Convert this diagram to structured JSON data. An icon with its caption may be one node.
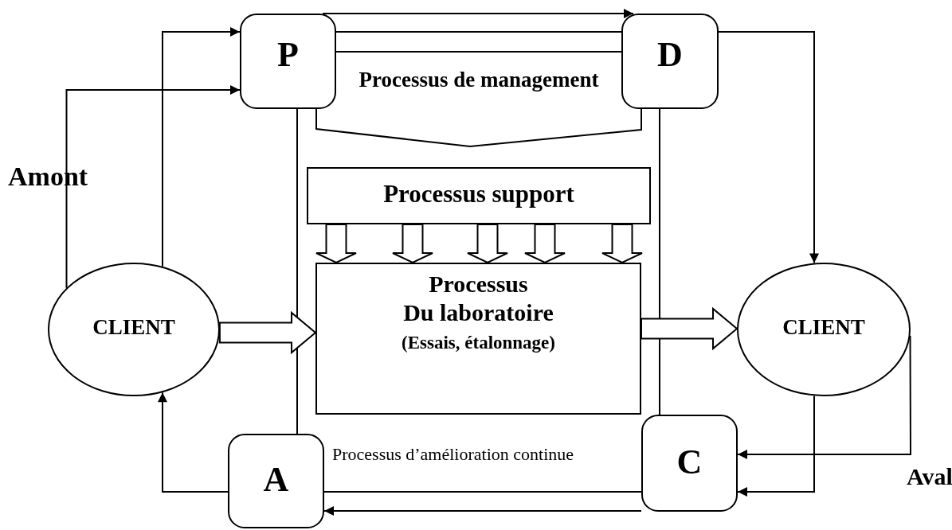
{
  "diagram": {
    "nodes": [
      {
        "text": [
          "P"
        ]
      },
      {
        "text": [
          "D"
        ]
      },
      {
        "text": [
          "Processus de management"
        ]
      },
      {
        "text": [
          "Processus support"
        ]
      },
      {
        "text": [
          "Processus",
          "Du laboratoire",
          "(Essais, étalonnage)"
        ]
      },
      {
        "text": [
          "CLIENT"
        ]
      },
      {
        "text": [
          "CLIENT"
        ]
      },
      {
        "text": [
          "A"
        ]
      },
      {
        "text": [
          "C"
        ]
      }
    ],
    "edges": [
      {
        "from": 5,
        "to": 0,
        "arrow": "to"
      },
      {
        "from": 5,
        "to": 0,
        "arrow": "to"
      },
      {
        "from": 0,
        "to": 1,
        "arrow": "to"
      },
      {
        "from": 1,
        "to": 6,
        "arrow": "to"
      },
      {
        "from": 6,
        "to": 8,
        "arrow": "to"
      },
      {
        "from": 6,
        "to": 8,
        "arrow": "to"
      },
      {
        "from": 8,
        "to": 7,
        "arrow": "to"
      },
      {
        "from": 7,
        "to": 8,
        "arrow": "none"
      },
      {
        "from": 7,
        "to": 5,
        "arrow": "to"
      },
      {
        "from": 0,
        "to": 7,
        "arrow": "none"
      },
      {
        "from": 1,
        "to": 8,
        "arrow": "none"
      },
      {
        "from": 5,
        "to": 4,
        "arrow": "to",
        "style": "thick"
      },
      {
        "from": 4,
        "to": 6,
        "arrow": "to",
        "style": "thick"
      },
      {
        "from": 3,
        "to": 4,
        "arrow": "to",
        "style": "thick"
      },
      {
        "from": 3,
        "to": 4,
        "arrow": "to",
        "style": "thick"
      },
      {
        "from": 3,
        "to": 4,
        "arrow": "to",
        "style": "thick"
      },
      {
        "from": 3,
        "to": 4,
        "arrow": "to",
        "style": "thick"
      },
      {
        "from": 3,
        "to": 4,
        "arrow": "to",
        "style": "thick"
      }
    ],
    "labels": [
      "Amont",
      "Processus d’amélioration continue",
      "Aval"
    ]
  }
}
